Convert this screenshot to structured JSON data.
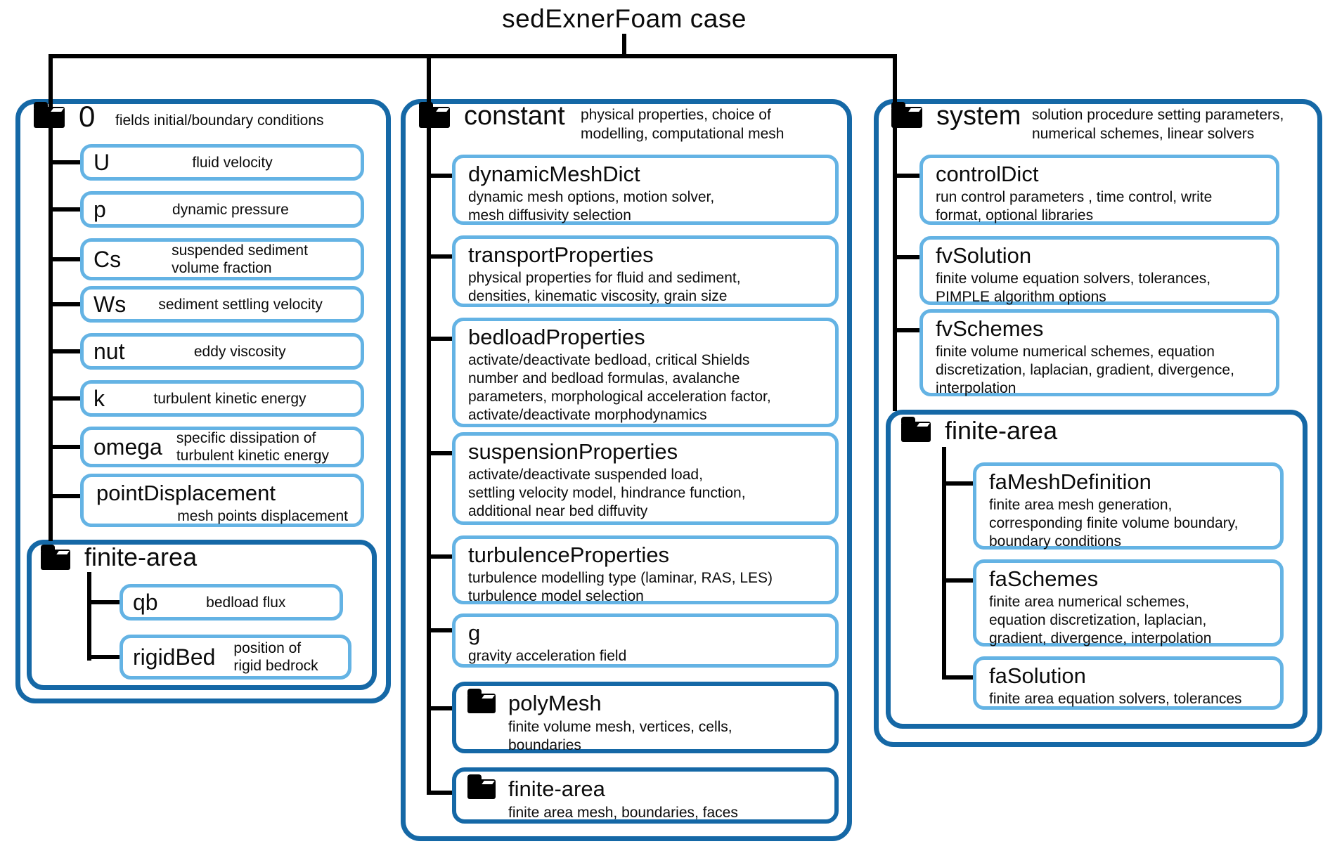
{
  "title": "sedExnerFoam case",
  "colors": {
    "dark_blue": "#1568a6",
    "light_blue": "#64b3e4",
    "line_black": "#000000"
  },
  "columns": {
    "zero": {
      "folder_label": "0",
      "folder_desc": "fields initial/boundary conditions",
      "items": [
        {
          "name": "U",
          "desc": "fluid velocity"
        },
        {
          "name": "p",
          "desc": "dynamic pressure"
        },
        {
          "name": "Cs",
          "desc": "suspended sediment\nvolume fraction"
        },
        {
          "name": "Ws",
          "desc": "sediment settling velocity"
        },
        {
          "name": "nut",
          "desc": "eddy viscosity"
        },
        {
          "name": "k",
          "desc": "turbulent kinetic energy"
        },
        {
          "name": "omega",
          "desc": "specific dissipation of\nturbulent kinetic energy"
        },
        {
          "name": "pointDisplacement",
          "desc": "mesh points displacement"
        }
      ],
      "finite_area": {
        "folder_label": "finite-area",
        "items": [
          {
            "name": "qb",
            "desc": "bedload flux"
          },
          {
            "name": "rigidBed",
            "desc": "position of\nrigid bedrock"
          }
        ]
      }
    },
    "constant": {
      "folder_label": "constant",
      "folder_desc": "physical properties, choice of\nmodelling, computational mesh",
      "items": [
        {
          "name": "dynamicMeshDict",
          "desc": "dynamic mesh options, motion solver,\nmesh diffusivity selection"
        },
        {
          "name": "transportProperties",
          "desc": "physical properties for fluid and sediment,\ndensities, kinematic viscosity, grain size"
        },
        {
          "name": "bedloadProperties",
          "desc": "activate/deactivate bedload, critical Shields\nnumber and bedload formulas, avalanche\nparameters, morphological acceleration factor,\nactivate/deactivate morphodynamics"
        },
        {
          "name": "suspensionProperties",
          "desc": "activate/deactivate suspended load,\nsettling velocity model, hindrance function,\nadditional near bed diffuvity"
        },
        {
          "name": "turbulenceProperties",
          "desc": "turbulence modelling type (laminar, RAS, LES)\nturbulence model selection"
        },
        {
          "name": "g",
          "desc": "gravity acceleration field"
        }
      ],
      "folders": [
        {
          "name": "polyMesh",
          "desc": "finite volume mesh, vertices, cells,\nboundaries"
        },
        {
          "name": "finite-area",
          "desc": "finite area mesh, boundaries, faces"
        }
      ]
    },
    "system": {
      "folder_label": "system",
      "folder_desc": "solution procedure setting parameters,\nnumerical schemes, linear solvers",
      "items": [
        {
          "name": "controlDict",
          "desc": "run control parameters , time control, write\nformat, optional libraries"
        },
        {
          "name": "fvSolution",
          "desc": "finite volume equation solvers, tolerances,\nPIMPLE algorithm options"
        },
        {
          "name": "fvSchemes",
          "desc": "finite volume numerical schemes, equation\ndiscretization, laplacian, gradient, divergence,\ninterpolation"
        }
      ],
      "finite_area": {
        "folder_label": "finite-area",
        "items": [
          {
            "name": "faMeshDefinition",
            "desc": "finite area mesh generation,\ncorresponding finite volume boundary,\nboundary conditions"
          },
          {
            "name": "faSchemes",
            "desc": "finite area numerical schemes,\nequation discretization, laplacian,\ngradient, divergence, interpolation"
          },
          {
            "name": "faSolution",
            "desc": "finite area equation solvers, tolerances"
          }
        ]
      }
    }
  }
}
